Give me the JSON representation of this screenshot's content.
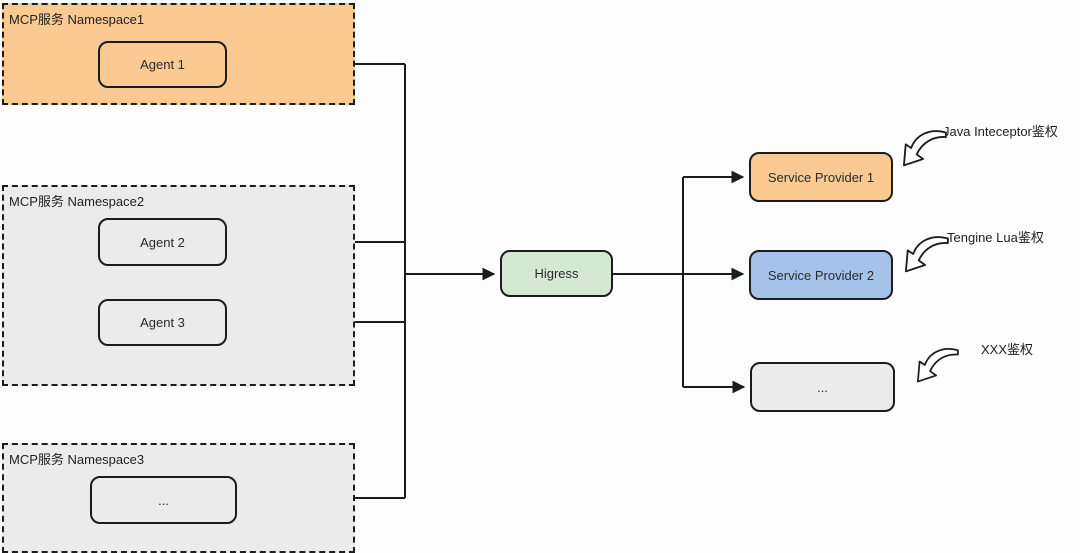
{
  "diagram": {
    "namespaces": [
      {
        "label": "MCP服务 Namespace1",
        "fill": "#fbca92",
        "agents": [
          {
            "label": "Agent 1"
          }
        ]
      },
      {
        "label": "MCP服务 Namespace2",
        "fill": "#ebebeb",
        "agents": [
          {
            "label": "Agent 2"
          },
          {
            "label": "Agent 3"
          }
        ]
      },
      {
        "label": "MCP服务 Namespace3",
        "fill": "#ebebeb",
        "agents": [
          {
            "label": "..."
          }
        ]
      }
    ],
    "gateway": {
      "label": "Higress",
      "fill": "#d5e8d4"
    },
    "providers": [
      {
        "label": "Service Provider 1",
        "fill": "#fbca92"
      },
      {
        "label": "Service Provider 2",
        "fill": "#a5c3e8"
      },
      {
        "label": "...",
        "fill": "#ebebeb"
      }
    ],
    "annotations": [
      {
        "label": "Java Inteceptor鉴权"
      },
      {
        "label": "Tengine Lua鉴权"
      },
      {
        "label": "XXX鉴权"
      }
    ],
    "colors": {
      "line": "#1c1c1c",
      "orange": "#fbca92",
      "gray": "#ebebeb",
      "green": "#d5e8d4",
      "blue": "#a5c3e8"
    }
  }
}
